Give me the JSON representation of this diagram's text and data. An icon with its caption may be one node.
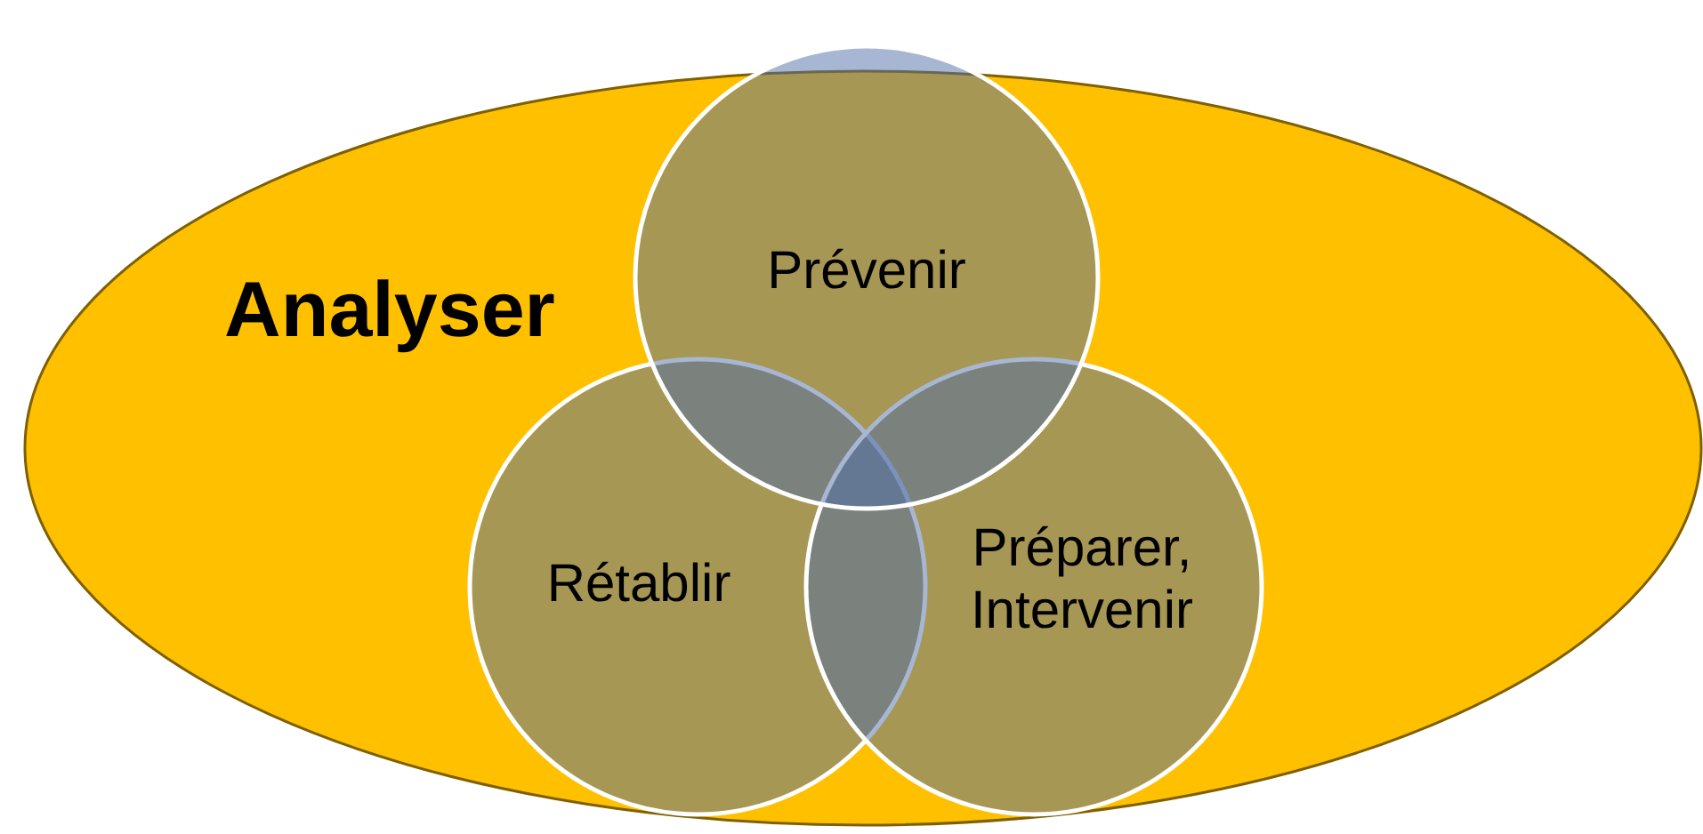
{
  "diagram": {
    "nodes": [
      {
        "text": [
          "Analyser"
        ]
      },
      {
        "text": [
          "Prévenir"
        ]
      },
      {
        "text": [
          "Rétablir"
        ],
        "in": 0
      },
      {
        "text": [
          "Préparer, Intervenir"
        ],
        "in": 0
      }
    ]
  }
}
